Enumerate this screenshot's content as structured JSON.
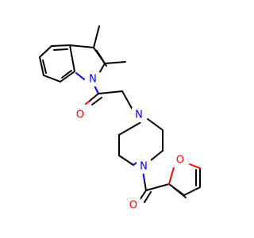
{
  "molecule": {
    "atoms": {
      "indole_n": {
        "label": "N",
        "color": "#0000ff"
      },
      "ketone_o": {
        "label": "O",
        "color": "#ff0000"
      },
      "piperazine_n1": {
        "label": "N",
        "color": "#0000ff"
      },
      "piperazine_n4": {
        "label": "N",
        "color": "#0000ff"
      },
      "amide_o": {
        "label": "O",
        "color": "#ff0000"
      },
      "furan_o": {
        "label": "O",
        "color": "#ff0000"
      }
    }
  }
}
